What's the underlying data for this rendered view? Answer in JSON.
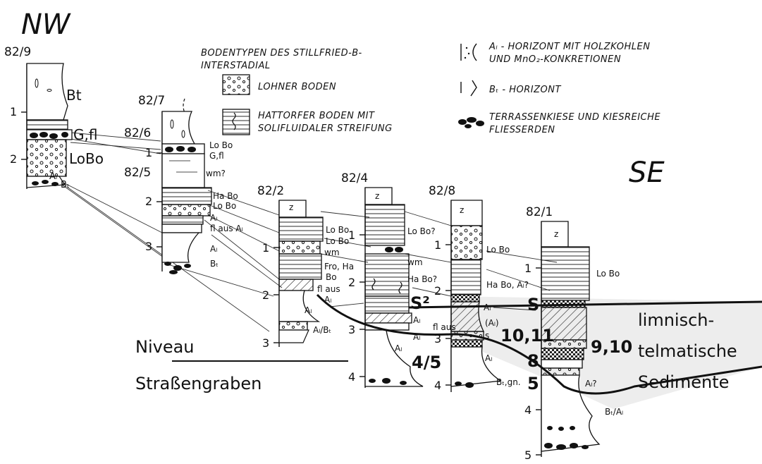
{
  "title_nw": "NW",
  "title_se": "SE",
  "legend": {
    "heading": [
      "BODENTYPEN DES STILLFRIED-B-",
      "INTERSTADIAL"
    ],
    "lohner": "LOHNER BODEN",
    "hattorfer": [
      "HATTORFER BODEN MIT",
      "SOLIFLUIDALER STREIFUNG"
    ],
    "al_horizont": [
      "Aₗ - HORIZONT MIT HOLZKOHLEN",
      "UND MnO₂-KONKRETIONEN"
    ],
    "bt_horizont": "Bₜ - HORIZONT",
    "terrassen": [
      "TERRASSENKIESE UND KIESREICHE",
      "FLIESSERDEN"
    ]
  },
  "sections": [
    {
      "id": "82/9",
      "depths": [
        "1",
        "2"
      ],
      "labels": [
        "Bt",
        "G,fl",
        "LoBo",
        "Aₗ",
        "Bₜ"
      ]
    },
    {
      "id": "82/7",
      "depths": [
        "1",
        "2",
        "3"
      ],
      "labels": [
        "Lo Bo",
        "G,fl",
        "wm?",
        "Ha Bo",
        "Lo Bo",
        "Aₗ",
        "fl aus Aₗ",
        "Aₗ",
        "Bₜ"
      ]
    },
    {
      "id": "82/6"
    },
    {
      "id": "82/5"
    },
    {
      "id": "82/2",
      "depths": [
        "1",
        "2",
        "3"
      ],
      "labels": [
        "z",
        "Lo Bo",
        "Lo Bo",
        "wm",
        "Fro, Ha",
        "Bo",
        "fl aus",
        "Aₗ",
        "Aₗ",
        "Aₗ/Bₜ"
      ]
    },
    {
      "id": "82/4",
      "depths": [
        "1",
        "2",
        "3",
        "4"
      ],
      "labels": [
        "z",
        "Lo Bo?",
        "wm",
        "Ha Bo?",
        "S²",
        "Aₗ",
        "fl aus",
        "Aₗ",
        "Aₗ",
        "4/5"
      ]
    },
    {
      "id": "82/8",
      "depths": [
        "1",
        "2",
        "3",
        "4"
      ],
      "labels": [
        "z",
        "Lo Bo",
        "Ha Bo, Aₗ?",
        "Aₗ",
        "(Aₗ)",
        "s",
        "10,11",
        "Aₗ",
        "Bₜ,gn."
      ]
    },
    {
      "id": "82/1",
      "depths": [
        "1",
        "4",
        "5"
      ],
      "labels": [
        "z",
        "Lo Bo",
        "S",
        "9,10",
        "8",
        "5",
        "Aₗ?",
        "Bₜ/Aₗ"
      ]
    }
  ],
  "annotations": {
    "niveau": "Niveau",
    "strassengraben": "Straßengraben",
    "limnisch": [
      "limnisch-",
      "telmatische",
      "Sedimente"
    ]
  }
}
